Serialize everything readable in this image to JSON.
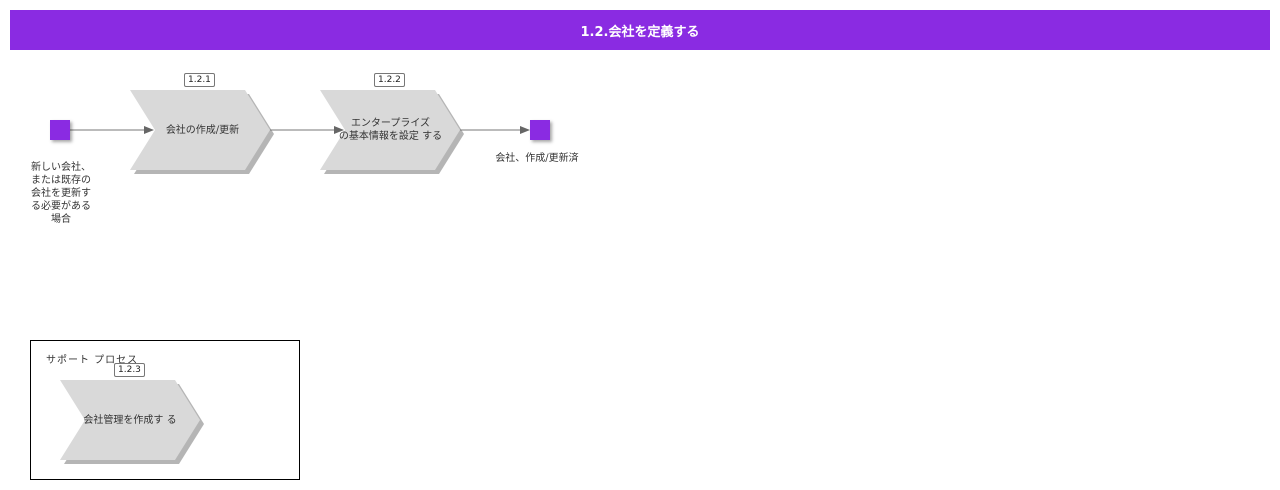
{
  "header": {
    "title": "1.2.会社を定義する"
  },
  "colors": {
    "accent": "#8a2be2",
    "step_fill": "#d9d9d9"
  },
  "start_event": {
    "label": "新しい会社、\nまたは既存の\n会社を更新す\nる必要がある\n場合"
  },
  "steps": [
    {
      "number": "1.2.1",
      "label": "会社の作成/更新"
    },
    {
      "number": "1.2.2",
      "label": "エンタープライズ\nの基本情報を設定 する"
    }
  ],
  "end_event": {
    "label": "会社、作成/更新済"
  },
  "support": {
    "title": "サポート プロセス",
    "steps": [
      {
        "number": "1.2.3",
        "label": "会社管理を作成す る"
      }
    ]
  }
}
